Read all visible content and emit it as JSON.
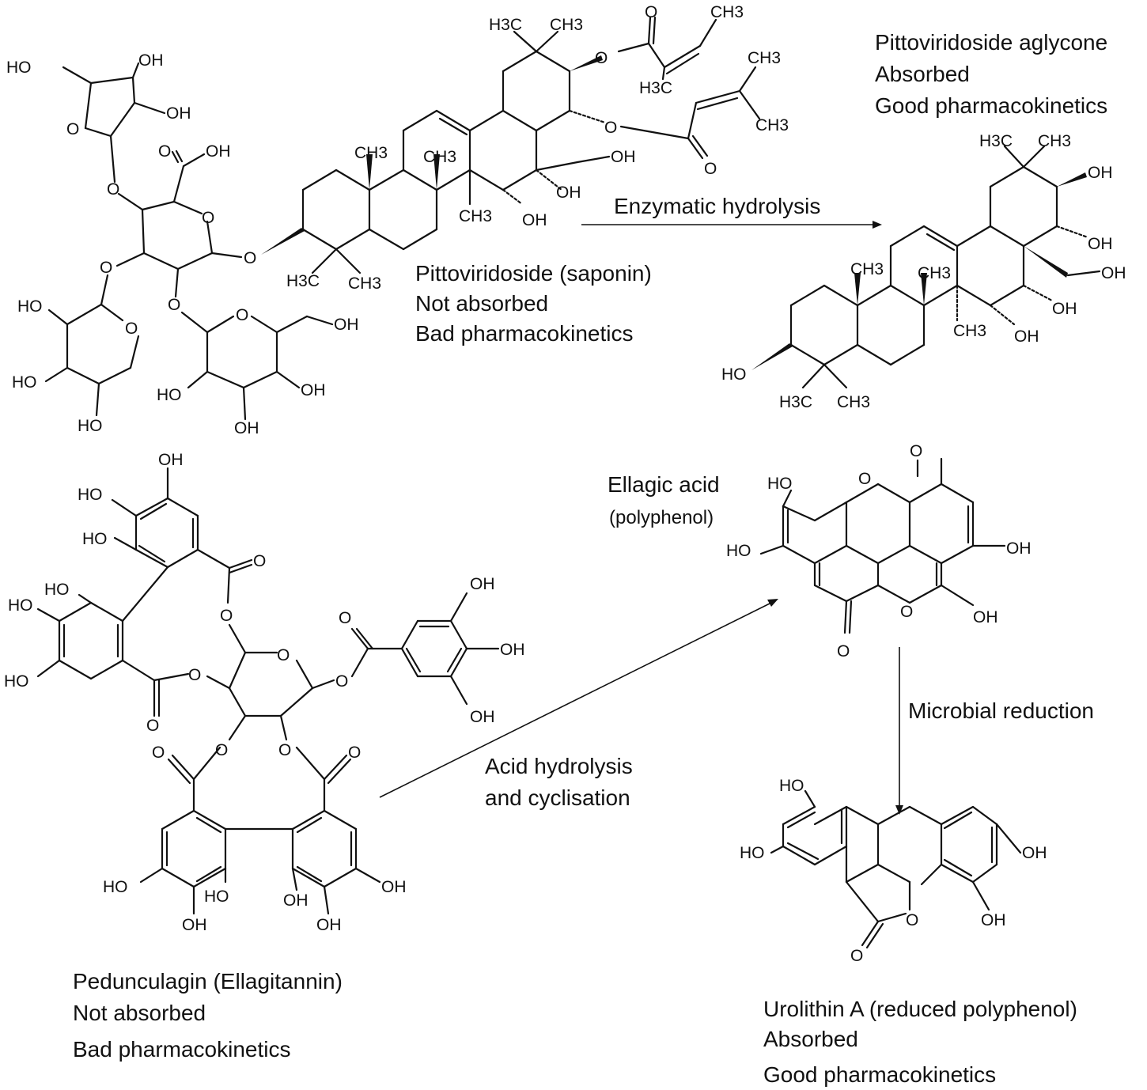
{
  "captions": {
    "saponin": {
      "name": "Pittoviridoside (saponin)",
      "absorption": "Not absorbed",
      "pk": "Bad pharmacokinetics"
    },
    "aglycone": {
      "name": "Pittoviridoside aglycone",
      "absorption": "Absorbed",
      "pk": "Good pharmacokinetics"
    },
    "pedunculagin": {
      "name": "Pedunculagin (Ellagitannin)",
      "absorption": "Not absorbed",
      "pk": "Bad pharmacokinetics"
    },
    "ellagic": {
      "name": "Ellagic acid",
      "class": "(polyphenol)"
    },
    "urolithin": {
      "name": "Urolithin A (reduced polyphenol)",
      "absorption": "Absorbed",
      "pk": "Good pharmacokinetics"
    }
  },
  "arrows": {
    "enzymatic": "Enzymatic hydrolysis",
    "acid_line1": "Acid hydrolysis",
    "acid_line2": "and cyclisation",
    "microbial": "Microbial reduction"
  },
  "atoms": {
    "OH": "OH",
    "HO": "HO",
    "O": "O",
    "HO_CH2": "HO",
    "COOH": "OH",
    "CH3": "CH3",
    "H3C": "H3C"
  }
}
